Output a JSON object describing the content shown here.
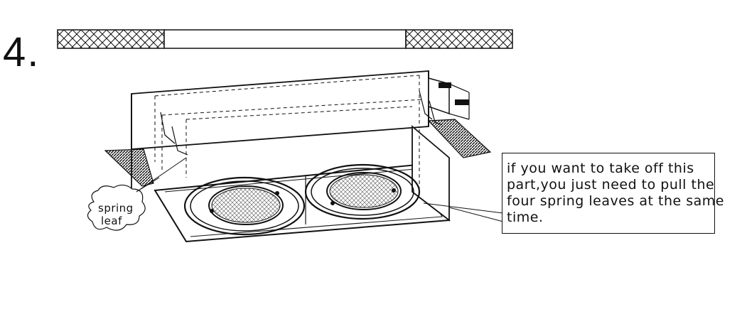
{
  "step": {
    "number": "4."
  },
  "spring_label": {
    "line1": "spring",
    "line2": "leaf"
  },
  "callout": {
    "lines": [
      "if you want to take off this",
      "part,you just need to pull the",
      "four spring leaves at the same",
      "time."
    ]
  }
}
